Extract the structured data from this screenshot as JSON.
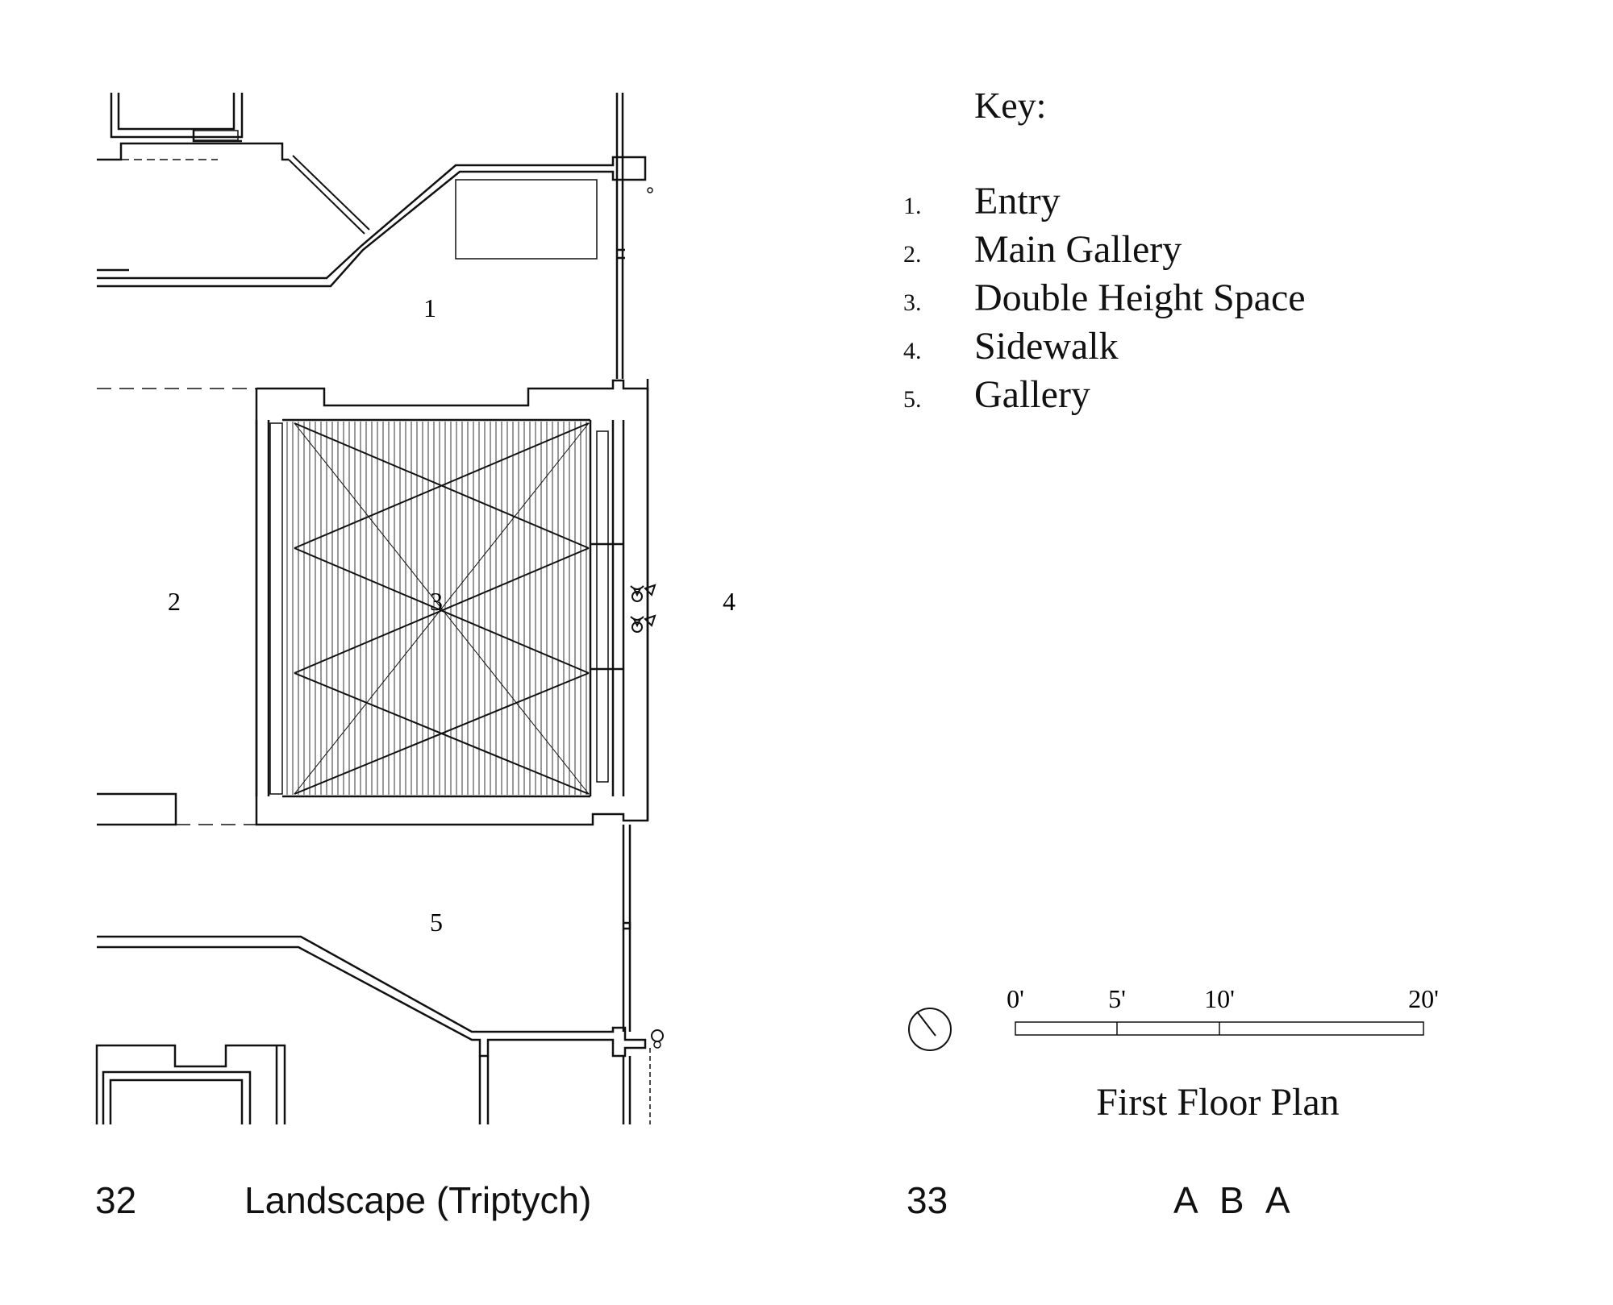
{
  "key": {
    "title": "Key:",
    "items": [
      {
        "number": "1.",
        "label": "Entry"
      },
      {
        "number": "2.",
        "label": "Main Gallery"
      },
      {
        "number": "3.",
        "label": "Double Height Space"
      },
      {
        "number": "4.",
        "label": "Sidewalk"
      },
      {
        "number": "5.",
        "label": "Gallery"
      }
    ]
  },
  "plan": {
    "title": "First Floor Plan",
    "room_labels": [
      "1",
      "2",
      "3",
      "4",
      "5"
    ],
    "scale_bar": [
      "0'",
      "5'",
      "10'",
      "20'"
    ]
  },
  "footer": {
    "left_page_number": "32",
    "left_title": "Landscape (Triptych)",
    "right_page_number": "33",
    "right_title": "A B A"
  }
}
